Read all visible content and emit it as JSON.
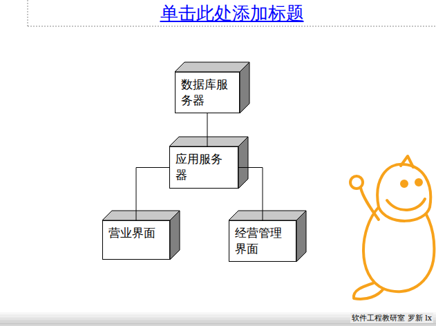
{
  "diagram": {
    "title": "单击此处添加标题",
    "nodes": [
      {
        "text": [
          "数据库服务器"
        ]
      },
      {
        "text": [
          "应用服务器"
        ]
      },
      {
        "text": [
          "营业界面"
        ]
      },
      {
        "text": [
          "经营管理界面"
        ]
      }
    ],
    "edges": [
      {
        "from": 0,
        "to": 1,
        "arrow": "none"
      },
      {
        "from": 1,
        "to": 2,
        "arrow": "none"
      },
      {
        "from": 1,
        "to": 3,
        "arrow": "none"
      }
    ],
    "labels": [
      "软件工程教研室 罗新 lx"
    ]
  }
}
